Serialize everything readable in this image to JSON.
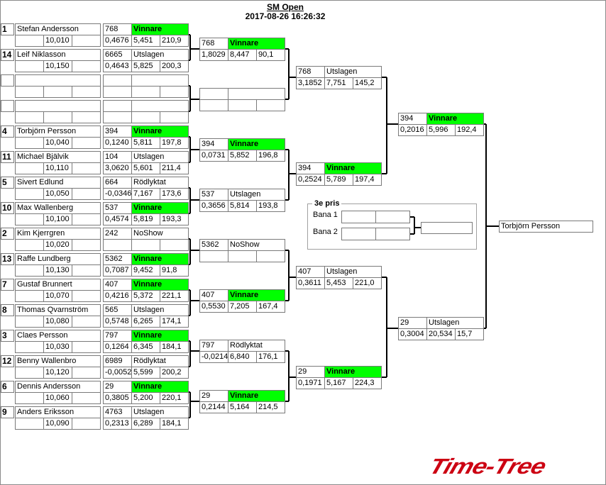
{
  "header": {
    "title": "SM Open",
    "datetime": "2017-08-26 16:26:32"
  },
  "colors": {
    "winner": "#00ff00",
    "logo": "#cc0012"
  },
  "round1": [
    {
      "players": [
        {
          "seed": "1",
          "name": "Stefan Andersson",
          "time": "10,010",
          "result": {
            "id": "768",
            "status": "Vinnare",
            "winner": true,
            "v1": "0,4676",
            "v2": "5,451",
            "v3": "210,9"
          }
        },
        {
          "seed": "14",
          "name": "Leif Niklasson",
          "time": "10,150",
          "result": {
            "id": "6665",
            "status": "Utslagen",
            "winner": false,
            "v1": "0,4643",
            "v2": "5,825",
            "v3": "200,3"
          }
        }
      ]
    },
    {
      "players": [
        {
          "seed": "",
          "name": "",
          "time": "",
          "result": {
            "id": "",
            "status": "",
            "winner": false,
            "v1": "",
            "v2": "",
            "v3": ""
          }
        },
        {
          "seed": "",
          "name": "",
          "time": "",
          "result": {
            "id": "",
            "status": "",
            "winner": false,
            "v1": "",
            "v2": "",
            "v3": ""
          }
        }
      ]
    },
    {
      "players": [
        {
          "seed": "4",
          "name": "Torbjörn Persson",
          "time": "10,040",
          "result": {
            "id": "394",
            "status": "Vinnare",
            "winner": true,
            "v1": "0,1240",
            "v2": "5,811",
            "v3": "197,8"
          }
        },
        {
          "seed": "11",
          "name": "Michael Bjälvik",
          "time": "10,110",
          "result": {
            "id": "104",
            "status": "Utslagen",
            "winner": false,
            "v1": "3,0620",
            "v2": "5,601",
            "v3": "211,4"
          }
        }
      ]
    },
    {
      "players": [
        {
          "seed": "5",
          "name": "Sivert Edlund",
          "time": "10,050",
          "result": {
            "id": "664",
            "status": "Rödlyktat",
            "winner": false,
            "v1": "-0,0346",
            "v2": "7,167",
            "v3": "173,6"
          }
        },
        {
          "seed": "10",
          "name": "Max Wallenberg",
          "time": "10,100",
          "result": {
            "id": "537",
            "status": "Vinnare",
            "winner": true,
            "v1": "0,4574",
            "v2": "5,819",
            "v3": "193,3"
          }
        }
      ]
    },
    {
      "players": [
        {
          "seed": "2",
          "name": "Kim Kjerrgren",
          "time": "10,020",
          "result": {
            "id": "242",
            "status": "NoShow",
            "winner": false,
            "v1": "",
            "v2": "",
            "v3": ""
          }
        },
        {
          "seed": "13",
          "name": "Raffe Lundberg",
          "time": "10,130",
          "result": {
            "id": "5362",
            "status": "Vinnare",
            "winner": true,
            "v1": "0,7087",
            "v2": "9,452",
            "v3": "91,8"
          }
        }
      ]
    },
    {
      "players": [
        {
          "seed": "7",
          "name": "Gustaf Brunnert",
          "time": "10,070",
          "result": {
            "id": "407",
            "status": "Vinnare",
            "winner": true,
            "v1": "0,4216",
            "v2": "5,372",
            "v3": "221,1"
          }
        },
        {
          "seed": "8",
          "name": "Thomas Qvarnström",
          "time": "10,080",
          "result": {
            "id": "565",
            "status": "Utslagen",
            "winner": false,
            "v1": "0,5748",
            "v2": "6,265",
            "v3": "174,1"
          }
        }
      ]
    },
    {
      "players": [
        {
          "seed": "3",
          "name": "Claes Persson",
          "time": "10,030",
          "result": {
            "id": "797",
            "status": "Vinnare",
            "winner": true,
            "v1": "0,1264",
            "v2": "6,345",
            "v3": "184,1"
          }
        },
        {
          "seed": "12",
          "name": "Benny Wallenbro",
          "time": "10,120",
          "result": {
            "id": "6989",
            "status": "Rödlyktat",
            "winner": false,
            "v1": "-0,0052",
            "v2": "5,599",
            "v3": "200,2"
          }
        }
      ]
    },
    {
      "players": [
        {
          "seed": "6",
          "name": "Dennis Andersson",
          "time": "10,060",
          "result": {
            "id": "29",
            "status": "Vinnare",
            "winner": true,
            "v1": "0,3805",
            "v2": "5,200",
            "v3": "220,1"
          }
        },
        {
          "seed": "9",
          "name": "Anders Eriksson",
          "time": "10,090",
          "result": {
            "id": "4763",
            "status": "Utslagen",
            "winner": false,
            "v1": "0,2313",
            "v2": "6,289",
            "v3": "184,1"
          }
        }
      ]
    }
  ],
  "round2": [
    {
      "id": "768",
      "status": "Vinnare",
      "winner": true,
      "v1": "1,8029",
      "v2": "8,447",
      "v3": "90,1"
    },
    {
      "id": "",
      "status": "",
      "winner": false,
      "v1": "",
      "v2": "",
      "v3": ""
    },
    {
      "id": "394",
      "status": "Vinnare",
      "winner": true,
      "v1": "0,0731",
      "v2": "5,852",
      "v3": "196,8"
    },
    {
      "id": "537",
      "status": "Utslagen",
      "winner": false,
      "v1": "0,3656",
      "v2": "5,814",
      "v3": "193,8"
    },
    {
      "id": "5362",
      "status": "NoShow",
      "winner": false,
      "v1": "",
      "v2": "",
      "v3": ""
    },
    {
      "id": "407",
      "status": "Vinnare",
      "winner": true,
      "v1": "0,5530",
      "v2": "7,205",
      "v3": "167,4"
    },
    {
      "id": "797",
      "status": "Rödlyktat",
      "winner": false,
      "v1": "-0,0214",
      "v2": "6,840",
      "v3": "176,1"
    },
    {
      "id": "29",
      "status": "Vinnare",
      "winner": true,
      "v1": "0,2144",
      "v2": "5,164",
      "v3": "214,5"
    }
  ],
  "round3": [
    {
      "id": "768",
      "status": "Utslagen",
      "winner": false,
      "v1": "3,1852",
      "v2": "7,751",
      "v3": "145,2"
    },
    {
      "id": "394",
      "status": "Vinnare",
      "winner": true,
      "v1": "0,2524",
      "v2": "5,789",
      "v3": "197,4"
    },
    {
      "id": "407",
      "status": "Utslagen",
      "winner": false,
      "v1": "0,3611",
      "v2": "5,453",
      "v3": "221,0"
    },
    {
      "id": "29",
      "status": "Vinnare",
      "winner": true,
      "v1": "0,1971",
      "v2": "5,167",
      "v3": "224,3"
    }
  ],
  "round4": [
    {
      "id": "394",
      "status": "Vinnare",
      "winner": true,
      "v1": "0,2016",
      "v2": "5,996",
      "v3": "192,4"
    },
    {
      "id": "29",
      "status": "Utslagen",
      "winner": false,
      "v1": "0,3004",
      "v2": "20,534",
      "v3": "15,7"
    }
  ],
  "champion": "Torbjörn Persson",
  "third_place": {
    "label": "3e pris",
    "lane1": "Bana 1",
    "lane2": "Bana 2",
    "lane1_a": "",
    "lane1_b": "",
    "lane2_a": "",
    "lane2_b": "",
    "winner": ""
  },
  "logo_text": "Time-Tree"
}
